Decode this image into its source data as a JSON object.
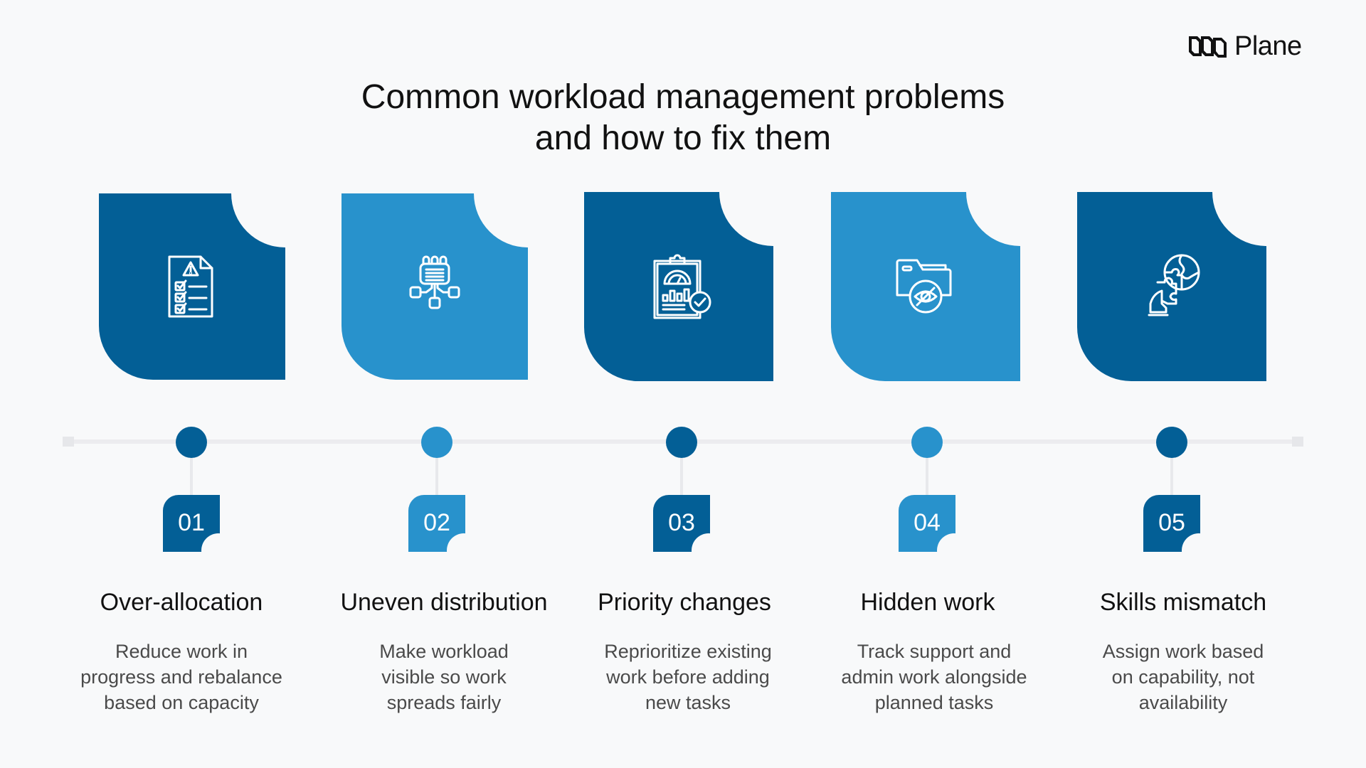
{
  "brand": {
    "name": "Plane",
    "icon": "plane-logo-icon"
  },
  "title": {
    "line1": "Common workload management problems",
    "line2": "and how to fix them"
  },
  "colors": {
    "dark_blue": "#035f96",
    "light_blue": "#2892cc",
    "background": "#f8f9fa",
    "timeline": "#ececef"
  },
  "steps": [
    {
      "number": "01",
      "heading": "Over-allocation",
      "desc": [
        "Reduce work in",
        "progress and rebalance",
        "based on capacity"
      ],
      "icon": "checklist-warning-icon",
      "color": "#035f96"
    },
    {
      "number": "02",
      "heading": "Uneven distribution",
      "desc": [
        "Make workload",
        "visible so work",
        "spreads fairly"
      ],
      "icon": "distribution-network-icon",
      "color": "#2892cc"
    },
    {
      "number": "03",
      "heading": "Priority changes",
      "desc": [
        "Reprioritize existing",
        "work before adding",
        "new tasks"
      ],
      "icon": "clipboard-gauge-check-icon",
      "color": "#035f96"
    },
    {
      "number": "04",
      "heading": "Hidden work",
      "desc": [
        "Track support and",
        "admin work alongside",
        "planned tasks"
      ],
      "icon": "folder-hidden-eye-icon",
      "color": "#2892cc"
    },
    {
      "number": "05",
      "heading": "Skills mismatch",
      "desc": [
        "Assign work based",
        "on capability, not",
        "availability"
      ],
      "icon": "hand-puzzle-icon",
      "color": "#035f96"
    }
  ]
}
